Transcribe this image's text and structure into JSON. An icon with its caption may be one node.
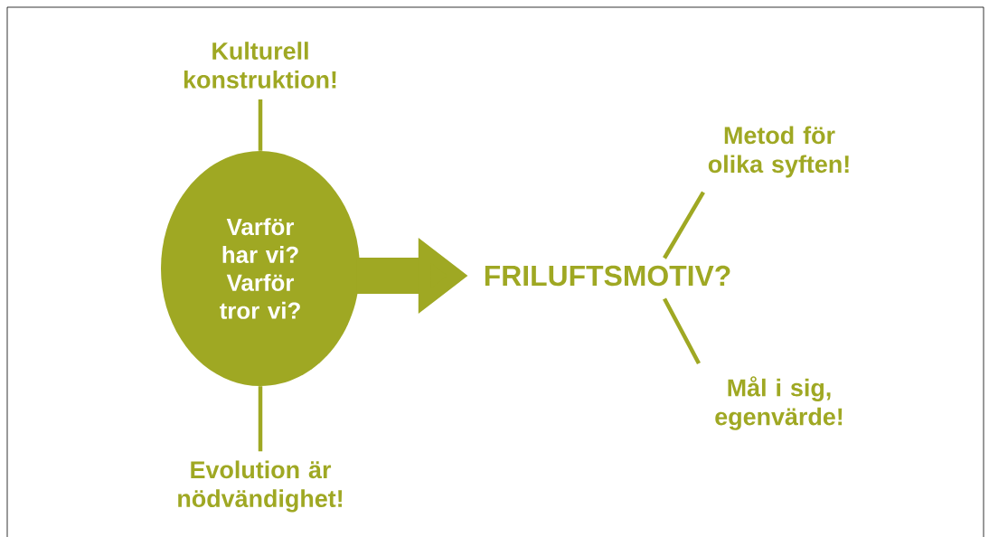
{
  "diagram": {
    "nodes": [
      {
        "text": [
          "Varför har vi? Varför tror vi?"
        ]
      },
      {
        "text": [
          "Kulturell konstruktion!"
        ]
      },
      {
        "text": [
          "Evolution är nödvändighet!"
        ]
      },
      {
        "text": [
          "FRILUFTSMOTIV?"
        ]
      },
      {
        "text": [
          "Metod för olika syften!"
        ]
      },
      {
        "text": [
          "Mål i sig, egenvärde!"
        ]
      }
    ],
    "edges": [
      {
        "from": 1,
        "to": 0,
        "arrow": "none"
      },
      {
        "from": 0,
        "to": 2,
        "arrow": "none"
      },
      {
        "from": 0,
        "to": 3,
        "arrow": "to",
        "style": "thick"
      },
      {
        "from": 3,
        "to": 4,
        "arrow": "none"
      },
      {
        "from": 3,
        "to": 5,
        "arrow": "none"
      }
    ]
  }
}
